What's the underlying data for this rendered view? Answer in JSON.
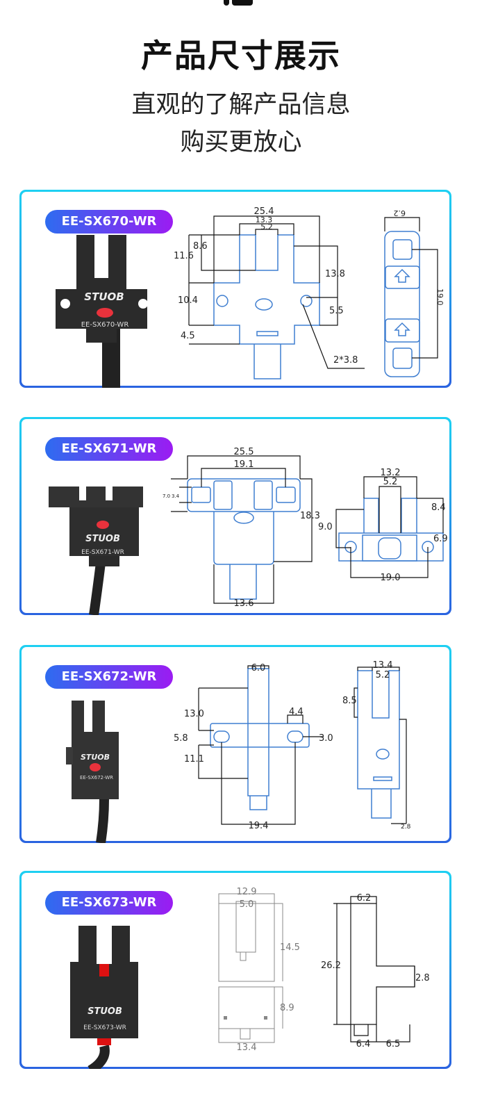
{
  "header": {
    "title": "产品尺寸展示",
    "subtitle_line1": "直观的了解产品信息",
    "subtitle_line2": "购买更放心"
  },
  "colors": {
    "card_border_top": "#1ed0f2",
    "card_border_bottom": "#2a63e0",
    "pill_start": "#2e6cf0",
    "pill_end": "#9b1cf2",
    "drawing_line": "#3f7ed0"
  },
  "cards": [
    {
      "model": "EE-SX670-WR",
      "brand": "STUOB",
      "device_label": "EE-SX670-WR",
      "dims": [
        "25.4",
        "13.3",
        "5.2",
        "8.6",
        "11.6",
        "10.4",
        "4.5",
        "13.8",
        "5.5",
        "2*3.8",
        "6.2",
        "19.0"
      ]
    },
    {
      "model": "EE-SX671-WR",
      "brand": "STUOB",
      "device_label": "EE-SX671-WR",
      "dims": [
        "25.5",
        "19.1",
        "7.0",
        "3.4",
        "18.3",
        "13.6",
        "13.2",
        "5.2",
        "9.0",
        "8.4",
        "6.9",
        "19.0"
      ]
    },
    {
      "model": "EE-SX672-WR",
      "brand": "STUOB",
      "device_label": "EE-SX672-WR",
      "dims": [
        "6.0",
        "13.0",
        "5.8",
        "11.1",
        "4.4",
        "3.0",
        "19.4",
        "13.4",
        "5.2",
        "8.5",
        "2.8"
      ]
    },
    {
      "model": "EE-SX673-WR",
      "brand": "STUOB",
      "device_label": "EE-SX673-WR",
      "dims": [
        "12.9",
        "5.0",
        "14.5",
        "8.9",
        "13.4",
        "6.2",
        "26.2",
        "2.8",
        "6.4",
        "6.5"
      ]
    }
  ]
}
